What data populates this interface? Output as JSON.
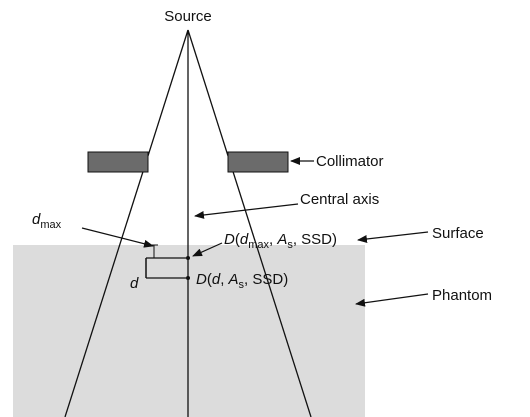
{
  "labels": {
    "source": "Source",
    "collimator": "Collimator",
    "central_axis": "Central axis",
    "surface": "Surface",
    "phantom": "Phantom",
    "dmax_d": "d",
    "dmax_sub": "max",
    "depth_d": "d",
    "dose_max": {
      "prefix": "D(",
      "d": "d",
      "d_sub": "max",
      "sep1": ", ",
      "A": "A",
      "A_sub": "s",
      "rest": ", SSD)"
    },
    "dose_depth": {
      "prefix": "D(",
      "d": "d",
      "sep1": ", ",
      "A": "A",
      "A_sub": "s",
      "rest": ", SSD)"
    }
  },
  "colors": {
    "phantom_fill": "#dcdcdc",
    "collimator_fill": "#6b6b6b",
    "line": "#111111"
  }
}
